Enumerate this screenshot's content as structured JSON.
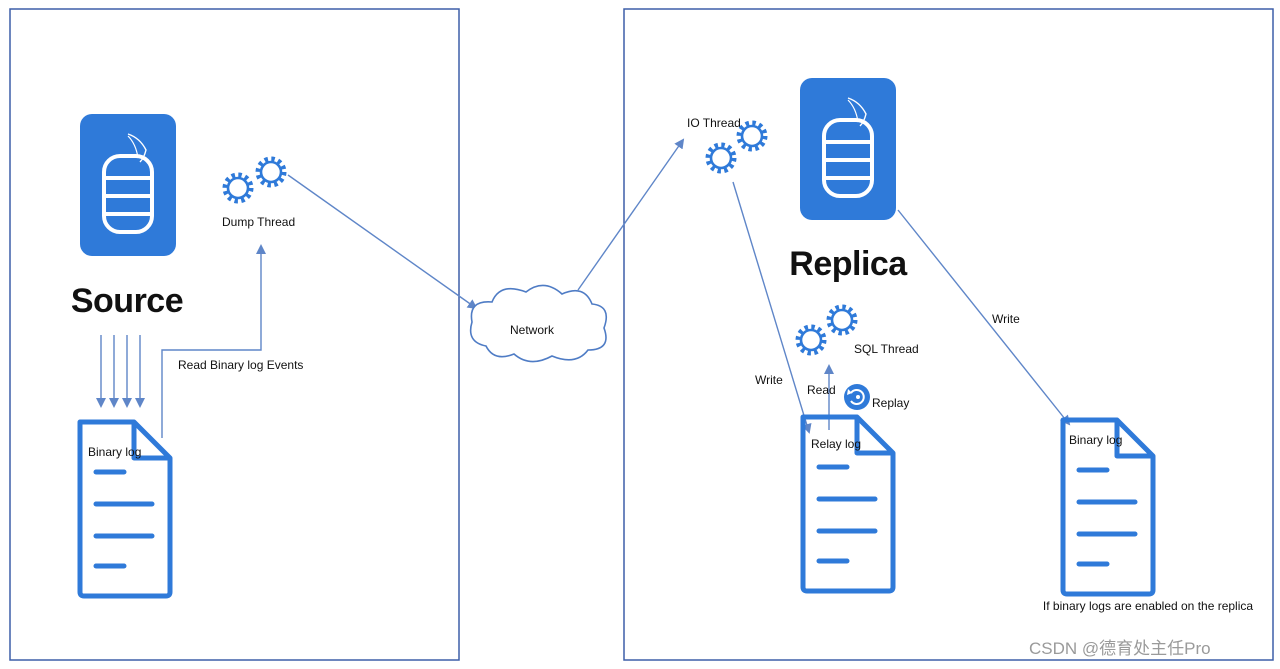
{
  "diagram": {
    "source_title": "Source",
    "replica_title": "Replica",
    "dump_thread_label": "Dump Thread",
    "read_events_label": "Read Binary log Events",
    "source_binary_log_label": "Binary log",
    "network_label": "Network",
    "io_thread_label": "IO Thread",
    "write_relay_label": "Write",
    "read_label": "Read",
    "sql_thread_label": "SQL Thread",
    "replay_label": "Replay",
    "relay_log_label": "Relay log",
    "write_replica_log_label": "Write",
    "replica_binary_log_label": "Binary log",
    "replica_note": "If binary logs are enabled on the replica"
  },
  "watermark": "CSDN @德育处主任Pro",
  "colors": {
    "blue": "#2f7ad9",
    "arrow": "#5f86c8",
    "panel_border": "#3d5fa8",
    "cloud_stroke": "#4f7cc5"
  }
}
